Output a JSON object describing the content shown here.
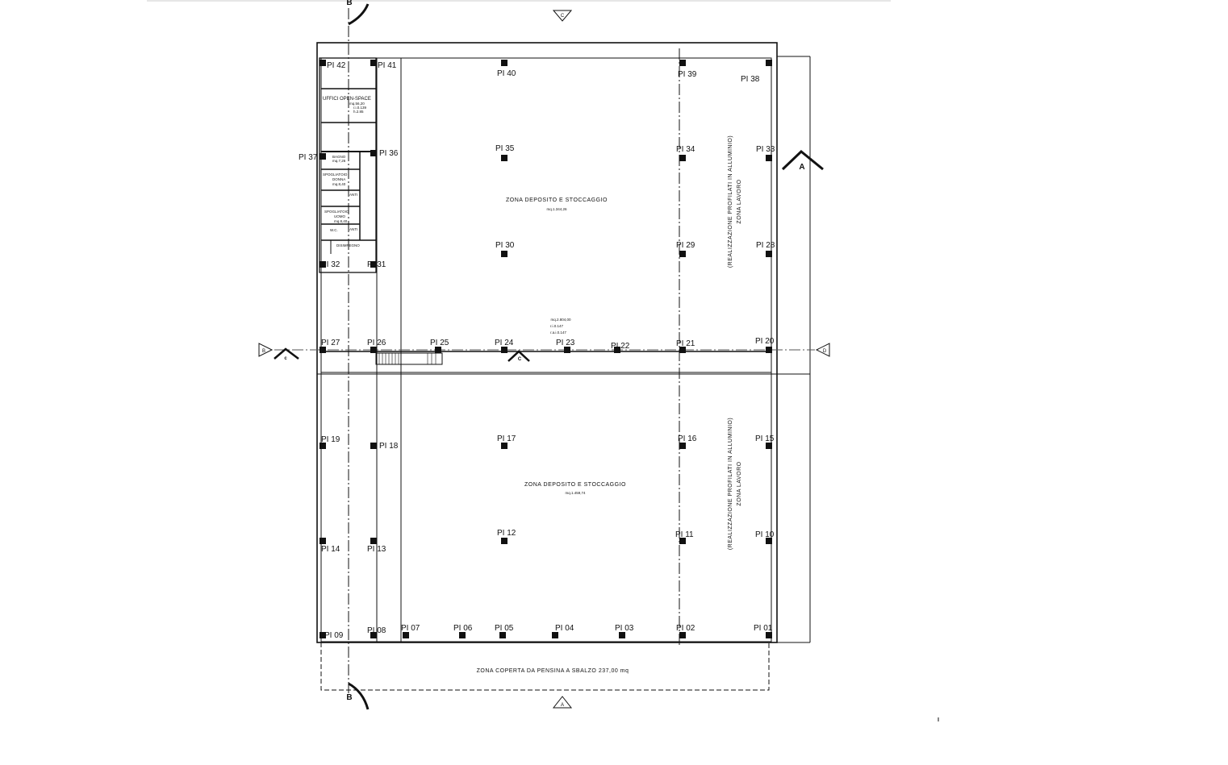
{
  "plan": {
    "sections": {
      "a": "A",
      "b": "B",
      "c": "C",
      "d": "D",
      "c_small": "c"
    },
    "offices": {
      "open_space": "UFFICI OPEN-SPACE",
      "open_space_area": "mq.56,20",
      "open_space_ri": "r.i.0.139",
      "open_space_h": "h.2.85",
      "bagno": "BAGNO",
      "bagno_area": "mq.7,26",
      "spogliatoio_donna_1": "SPOGLIATOIO",
      "spogliatoio_donna_2": "DONNA",
      "spogliatoio_donna_area": "mq.8,40",
      "spogliatoio_uomo_1": "SPOGLIATOIO",
      "spogliatoio_uomo_2": "UOMO",
      "spogliatoio_uomo_area": "mq.8,40",
      "anti": "ANTI",
      "wc": "W.C.",
      "disimpegno": "DISIMPEGNO"
    },
    "zones": {
      "upper_title": "ZONA DEPOSITO E STOCCAGGIO",
      "upper_area": "mq.1.344,26",
      "lower_title": "ZONA DEPOSITO E STOCCAGGIO",
      "lower_area": "mq.1.459,74",
      "total_area": "mq.2.804,00",
      "ri": "r.i.0.147",
      "rai": "r.a.i.0.147",
      "work_zone_line1": "(REALIZZAZIONE PROFILATI IN ALLUMINIO)",
      "work_zone_line2": "ZONA LAVORO",
      "canopy": "ZONA COPERTA DA PENSINA A SBALZO 237,00 mq"
    },
    "pillars": [
      "PI 01",
      "PI 02",
      "PI 03",
      "PI 04",
      "PI 05",
      "PI 06",
      "PI 07",
      "PI 08",
      "PI 09",
      "PI 10",
      "PI 11",
      "PI 12",
      "PI 13",
      "PI 14",
      "PI 15",
      "PI 16",
      "PI 17",
      "PI 18",
      "PI 19",
      "PI 20",
      "PI 21",
      "PI 22",
      "PI 23",
      "PI 24",
      "PI 25",
      "PI 26",
      "PI 27",
      "PI 28",
      "PI 29",
      "PI 30",
      "PI 31",
      "PI 32",
      "PI 33",
      "PI 34",
      "PI 35",
      "PI 36",
      "PI 37",
      "PI 38",
      "PI 39",
      "PI 40",
      "PI 41",
      "PI 42"
    ]
  }
}
